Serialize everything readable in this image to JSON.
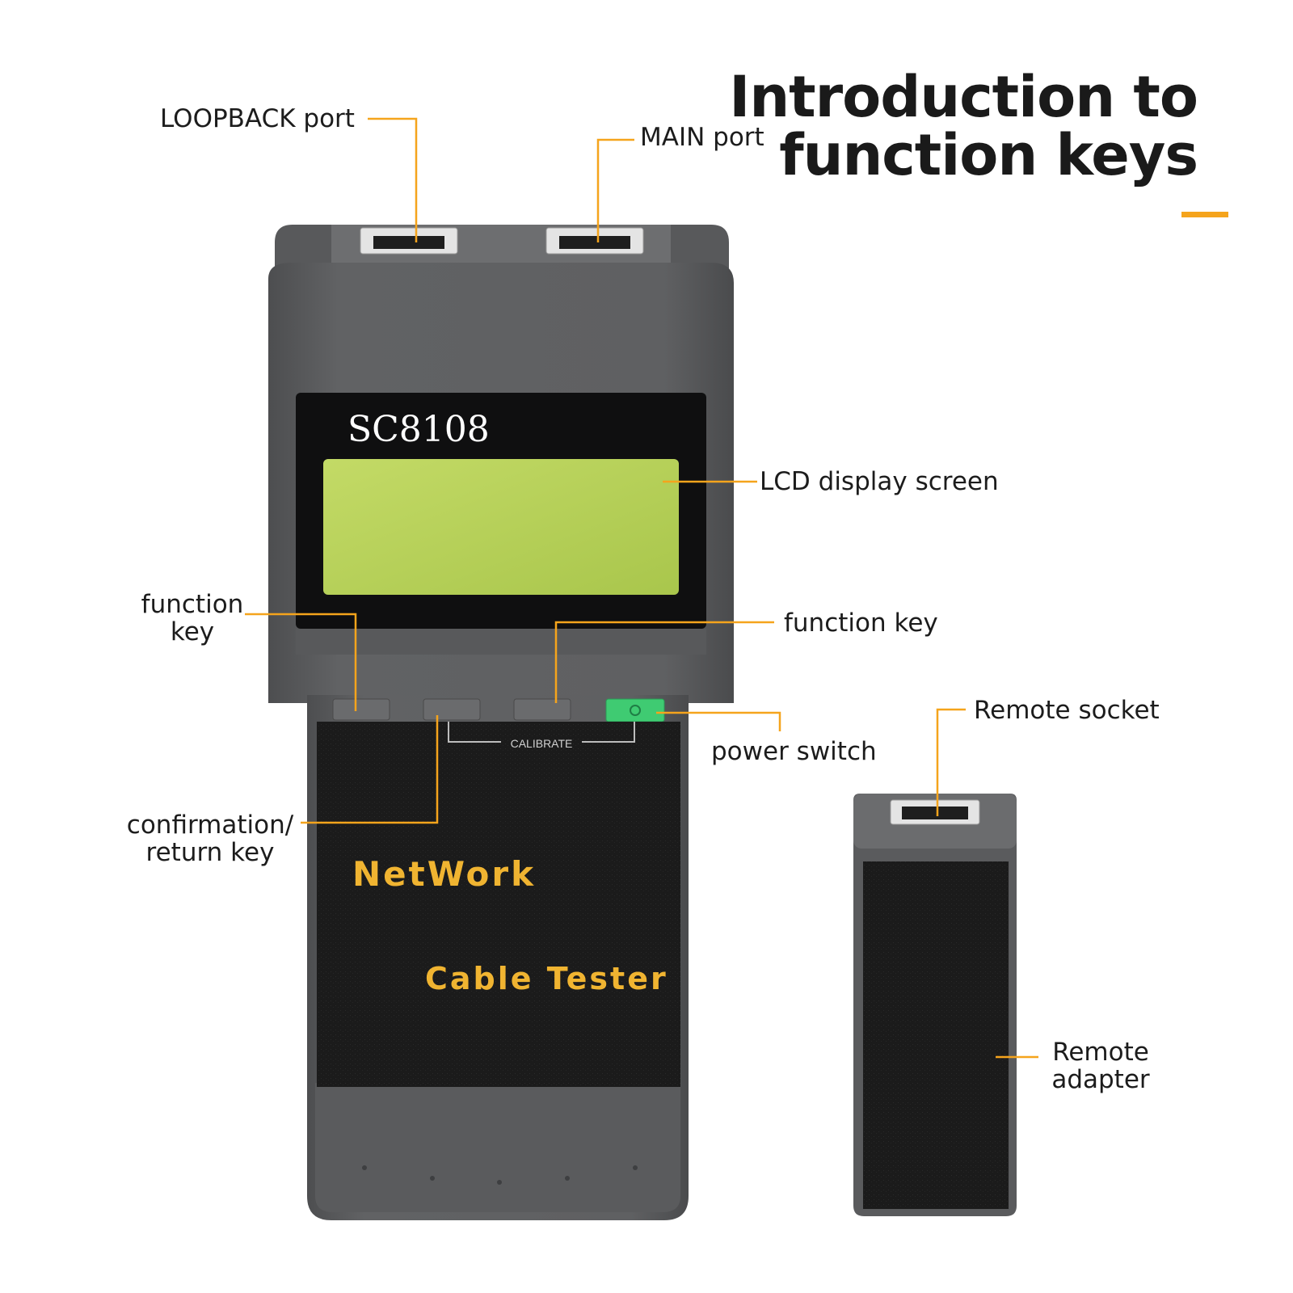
{
  "title": {
    "line1": "Introduction to",
    "line2": "function keys"
  },
  "device": {
    "model": "SC8108",
    "brand_line1": "NetWork",
    "brand_line2": "Cable Tester",
    "calibrate_label": "CALIBRATE"
  },
  "labels": {
    "loopback_port": "LOOPBACK port",
    "main_port": "MAIN port",
    "lcd_display": "LCD display screen",
    "function_key_left_line1": "function",
    "function_key_left_line2": "key",
    "function_key_right": "function key",
    "power_switch": "power switch",
    "confirmation_line1": "confirmation/",
    "confirmation_line2": "return key",
    "remote_socket": "Remote socket",
    "remote_adapter_line1": "Remote",
    "remote_adapter_line2": "adapter"
  },
  "colors": {
    "accent": "#f5a41c",
    "body": "#5e5f61",
    "lcd": "#b9d35c",
    "power_button": "#3fcb72",
    "brand_text": "#f0b431"
  }
}
